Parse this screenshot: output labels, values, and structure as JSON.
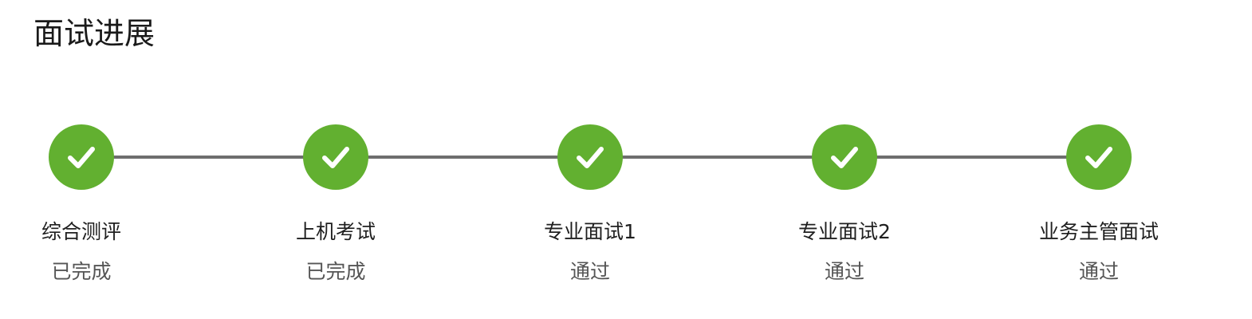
{
  "page_title": "面试进展",
  "colors": {
    "completed": "#62b030",
    "connector": "#6e6e6e",
    "check_mark": "#ffffff"
  },
  "steps": [
    {
      "label": "综合测评",
      "status": "已完成",
      "icon": "check-icon"
    },
    {
      "label": "上机考试",
      "status": "已完成",
      "icon": "check-icon"
    },
    {
      "label": "专业面试1",
      "status": "通过",
      "icon": "check-icon"
    },
    {
      "label": "专业面试2",
      "status": "通过",
      "icon": "check-icon"
    },
    {
      "label": "业务主管面试",
      "status": "通过",
      "icon": "check-icon"
    }
  ]
}
